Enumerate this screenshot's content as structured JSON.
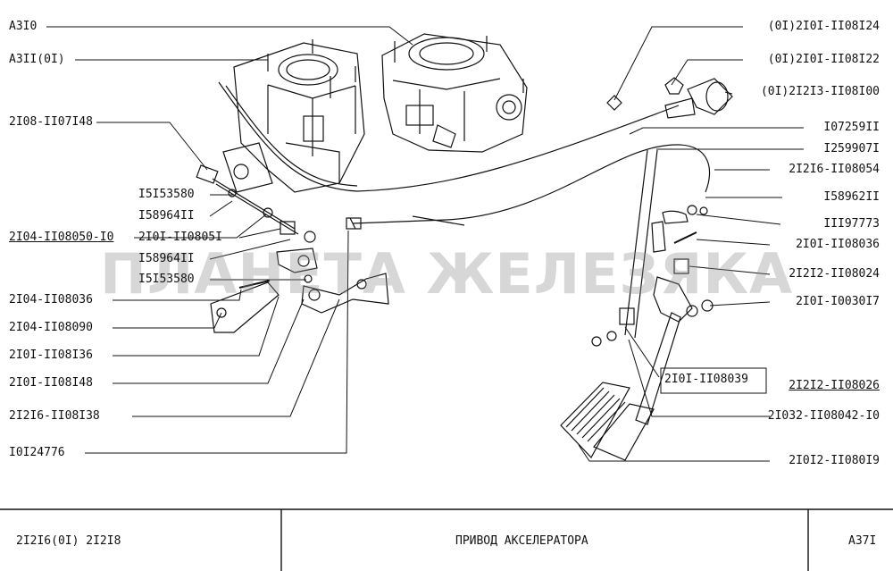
{
  "watermark": "ПЛАНЕТА ЖЕЛЕЗЯКА",
  "labels_left": [
    {
      "text": "А3I0"
    },
    {
      "text": "А3II(0I)"
    },
    {
      "text": "2I08-II07I48"
    },
    {
      "text": "I5I53580"
    },
    {
      "text": "I58964II"
    },
    {
      "text": "2I04-II08050-I0"
    },
    {
      "text": "2I0I-II0805I"
    },
    {
      "text": "I58964II"
    },
    {
      "text": "I5I53580"
    },
    {
      "text": "2I04-II08036"
    },
    {
      "text": "2I04-II08090"
    },
    {
      "text": "2I0I-II08I36"
    },
    {
      "text": "2I0I-II08I48"
    },
    {
      "text": "2I2I6-II08I38"
    },
    {
      "text": "I0I24776"
    }
  ],
  "labels_right": [
    {
      "text": "(0I)2I0I-II08I24"
    },
    {
      "text": "(0I)2I0I-II08I22"
    },
    {
      "text": "(0I)2I2I3-II08I00"
    },
    {
      "text": "I07259II"
    },
    {
      "text": "I259907I"
    },
    {
      "text": "2I2I6-II08054"
    },
    {
      "text": "I58962II"
    },
    {
      "text": "III97773"
    },
    {
      "text": "2I0I-II08036"
    },
    {
      "text": "2I2I2-II08024"
    },
    {
      "text": "2I0I-I0030I7"
    },
    {
      "text": "2I0I-II08039"
    },
    {
      "text": "2I2I2-II08026"
    },
    {
      "text": "2I032-II08042-I0"
    },
    {
      "text": "2I0I2-II080I9"
    }
  ],
  "title_block": {
    "models": "2I2I6(0I)  2I2I8",
    "title": "ПРИВОД  АКСЕЛЕРАТОРА",
    "code": "А37I"
  }
}
